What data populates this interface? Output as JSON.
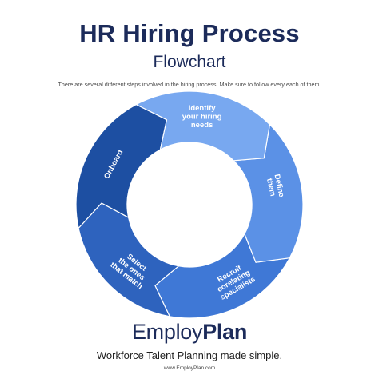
{
  "header": {
    "title": "HR Hiring Process",
    "subtitle": "Flowchart",
    "description": "There are several different steps involved in the hiring process. Make sure to follow every each of them."
  },
  "steps": [
    {
      "label": "Identify\nyour hiring\nneeds",
      "color": "#78a8f0"
    },
    {
      "label": "Define\nthem",
      "color": "#5b91e6"
    },
    {
      "label": "Recruit\ncorelating\nspecialists",
      "color": "#3f78d6"
    },
    {
      "label": "Select\nthe ones\nthat match",
      "color": "#2e63be"
    },
    {
      "label": "Onboard",
      "color": "#1d4fa2"
    }
  ],
  "footer": {
    "brand_regular": "Employ",
    "brand_bold": "Plan",
    "tagline": "Workforce Talent Planning made simple.",
    "url": "www.EmployPlan.com"
  }
}
